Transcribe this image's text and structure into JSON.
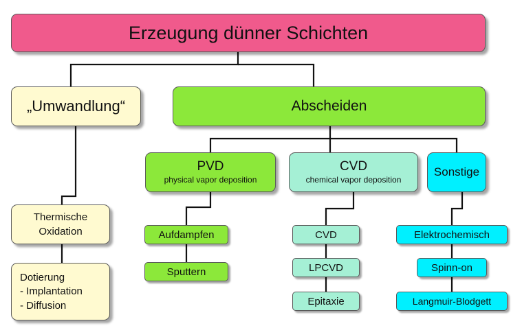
{
  "root": {
    "label": "Erzeugung dünner Schichten"
  },
  "umwandlung": {
    "label": "„Umwandlung“"
  },
  "abscheiden": {
    "label": "Abscheiden"
  },
  "pvd": {
    "label": "PVD",
    "sublabel": "physical vapor deposition"
  },
  "cvd": {
    "label": "CVD",
    "sublabel": "chemical vapor deposition"
  },
  "sonstige": {
    "label": "Sonstige"
  },
  "thermische_oxidation": {
    "line1": "Thermische",
    "line2": "Oxidation"
  },
  "dotierung": {
    "line1": "Dotierung",
    "line2": "- Implantation",
    "line3": "- Diffusion"
  },
  "pvd_children": [
    "Aufdampfen",
    "Sputtern"
  ],
  "cvd_children": [
    "CVD",
    "LPCVD",
    "Epitaxie"
  ],
  "sonstige_children": [
    "Elektrochemisch",
    "Spinn-on",
    "Langmuir-Blodgett"
  ],
  "colors": {
    "root": "#f05a8c",
    "umwandlung": "#fffad0",
    "pvd": "#8ce83a",
    "cvd": "#a5f0d5",
    "sonstige": "#00f0ff",
    "connector": "#111111"
  }
}
